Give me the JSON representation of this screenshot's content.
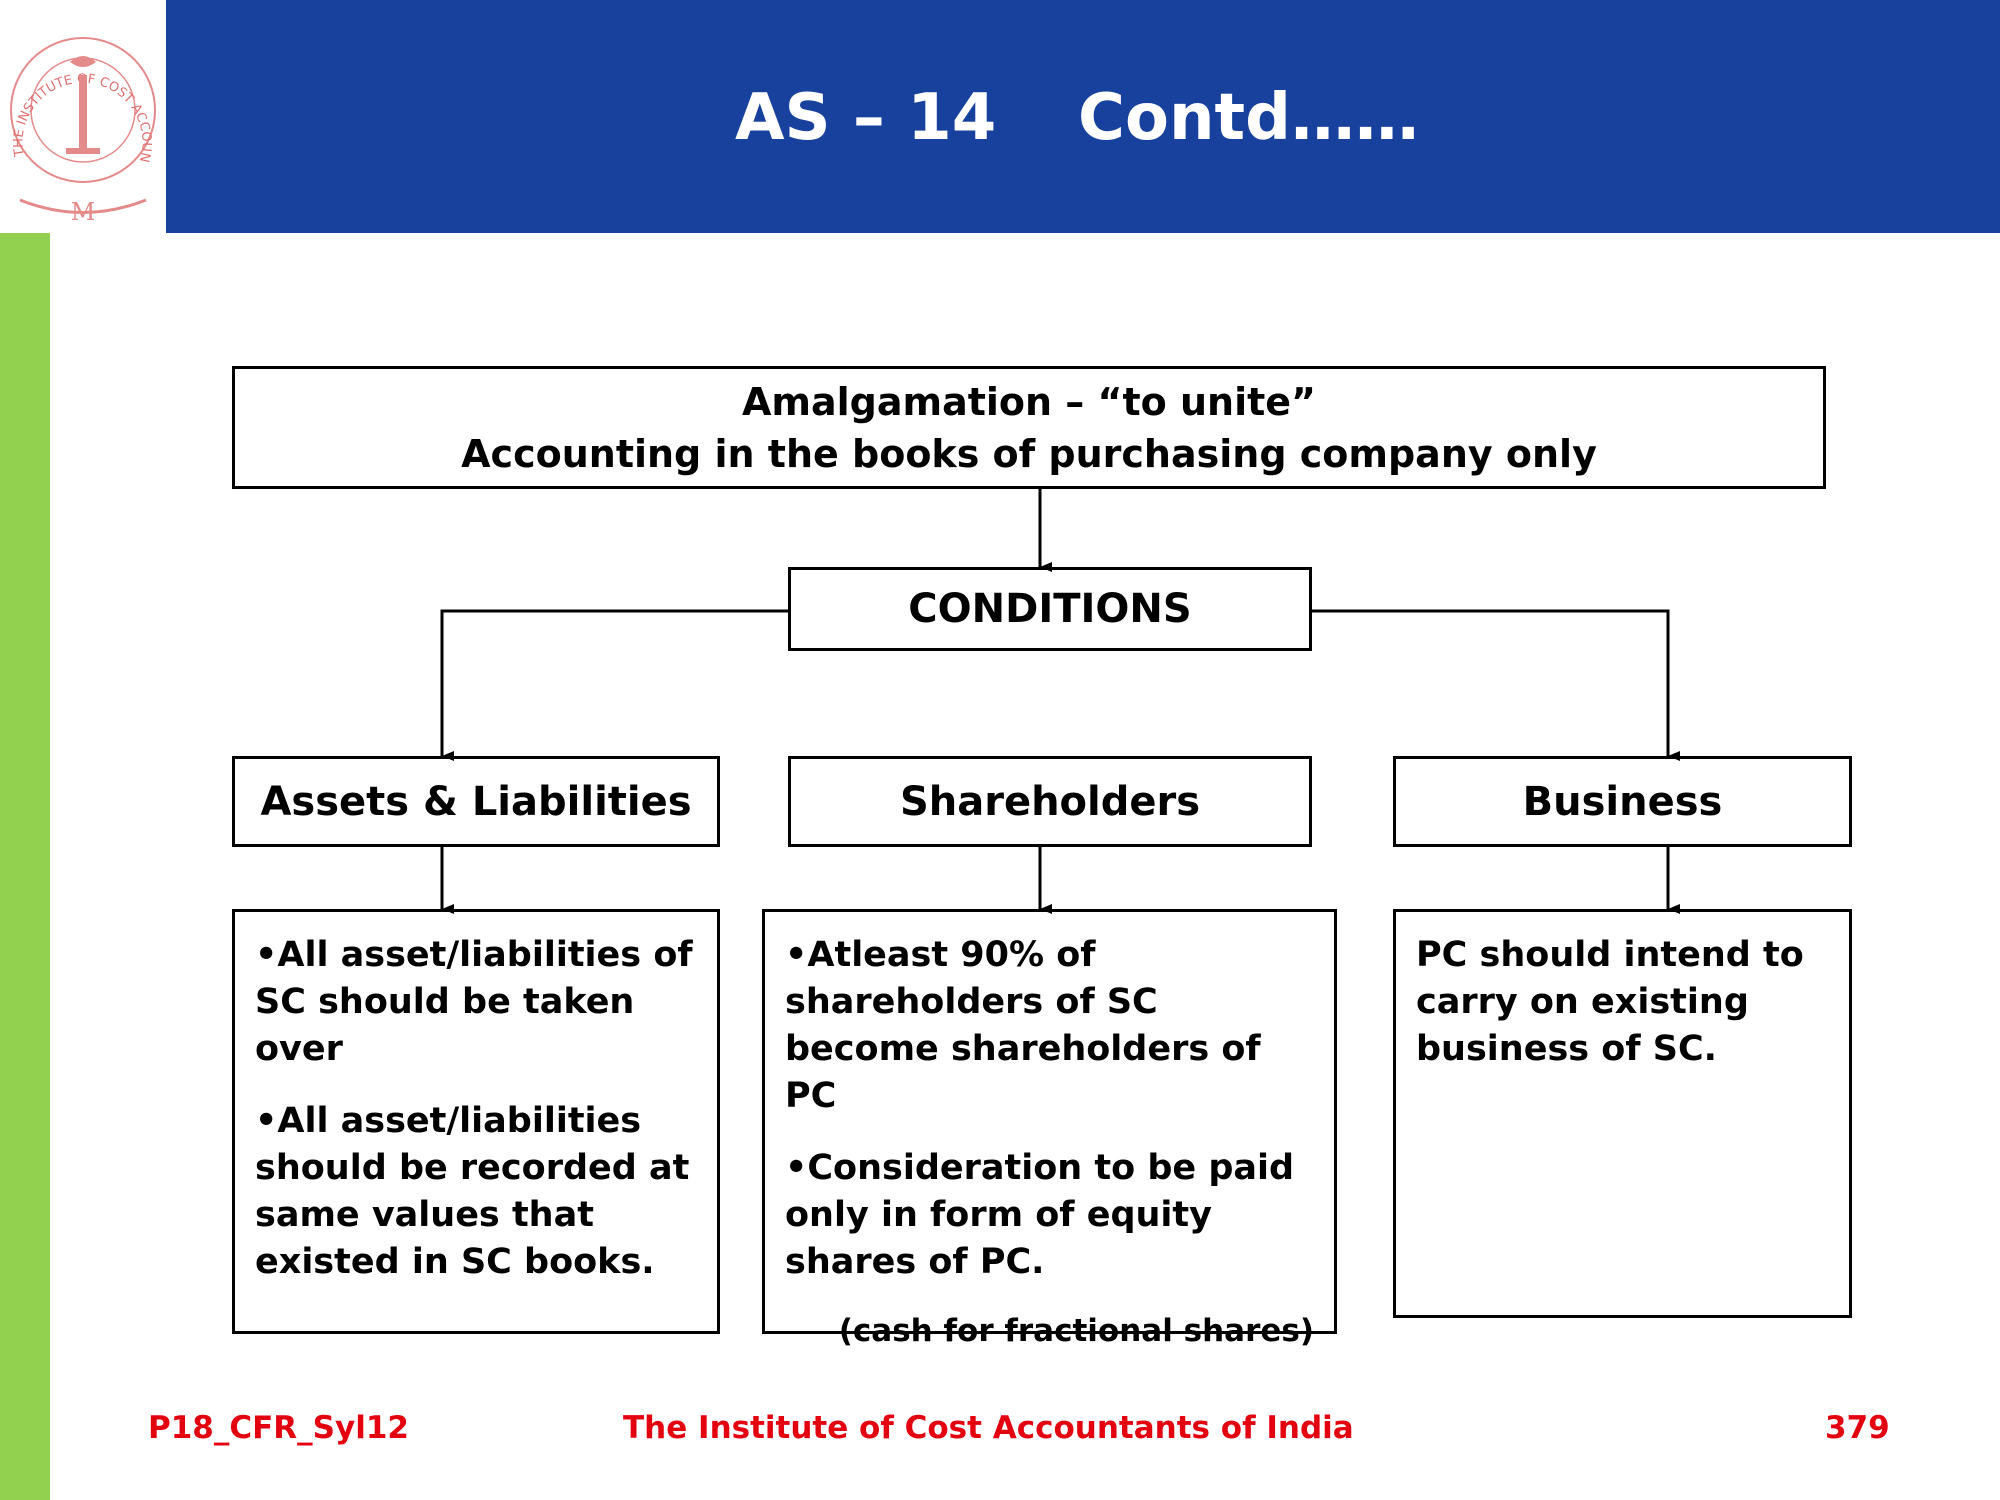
{
  "header": {
    "title_part1": "AS – 14",
    "title_part2": "Contd……",
    "logo_text": "THE INSTITUTE OF COST ACCOUNTANTS OF INDIA",
    "band_color": "#17419c",
    "accent_strip_color": "#92d050"
  },
  "diagram": {
    "top_box": {
      "line1": "Amalgamation – “to unite”",
      "line2": "Accounting in the books of purchasing company only"
    },
    "conditions_label": "CONDITIONS",
    "categories": [
      {
        "label": "Assets & Liabilities",
        "points": [
          "•All asset/liabilities of SC should be taken over",
          "•All asset/liabilities should be recorded at same values that existed in SC books."
        ]
      },
      {
        "label": "Shareholders",
        "points": [
          "•Atleast 90% of shareholders of SC become shareholders of PC",
          "•Consideration to be paid only in form of equity shares of PC."
        ],
        "note": "(cash for fractional shares)"
      },
      {
        "label": "Business",
        "points": [
          "PC should intend to carry on existing business of SC."
        ]
      }
    ]
  },
  "footer": {
    "code": "P18_CFR_Syl12",
    "organization": "The Institute of Cost Accountants of India",
    "page_number": "379",
    "color": "#e3000f"
  }
}
